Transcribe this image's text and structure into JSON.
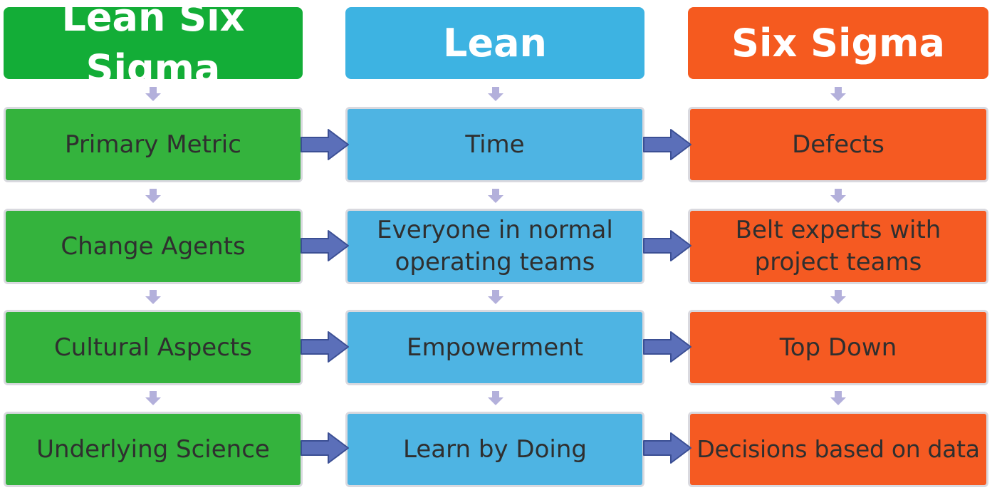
{
  "headers": {
    "lean_six_sigma": "Lean Six Sigma",
    "lean": "Lean",
    "six_sigma": "Six Sigma"
  },
  "rows": [
    {
      "category": "Primary Metric",
      "lean": "Time",
      "six_sigma": "Defects"
    },
    {
      "category": "Change Agents",
      "lean": "Everyone in normal operating teams",
      "six_sigma": "Belt experts with project teams"
    },
    {
      "category": "Cultural Aspects",
      "lean": "Empowerment",
      "six_sigma": "Top Down"
    },
    {
      "category": "Underlying Science",
      "lean": "Learn by Doing",
      "six_sigma": "Decisions based on data"
    }
  ],
  "colors": {
    "green": "#34b33d",
    "blue": "#4eb4e3",
    "orange": "#f55a22",
    "arrow": "#5b6fb9",
    "small_arrow": "#b3b0db"
  }
}
